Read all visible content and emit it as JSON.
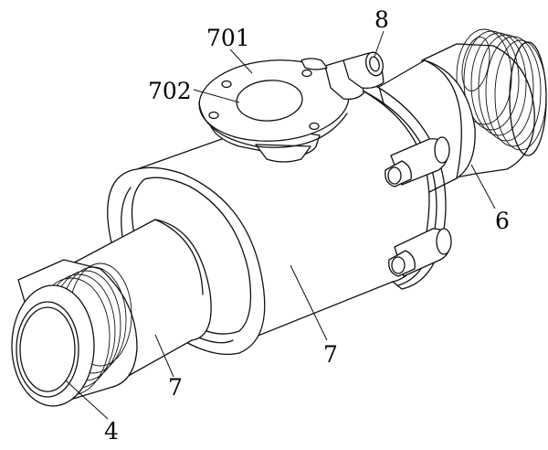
{
  "figure": {
    "labels": {
      "flange_upper": "701",
      "flange_port": "702",
      "fitting": "8",
      "right_end": "6",
      "left_end": "4",
      "housing_left": "7",
      "housing_main": "7"
    }
  }
}
